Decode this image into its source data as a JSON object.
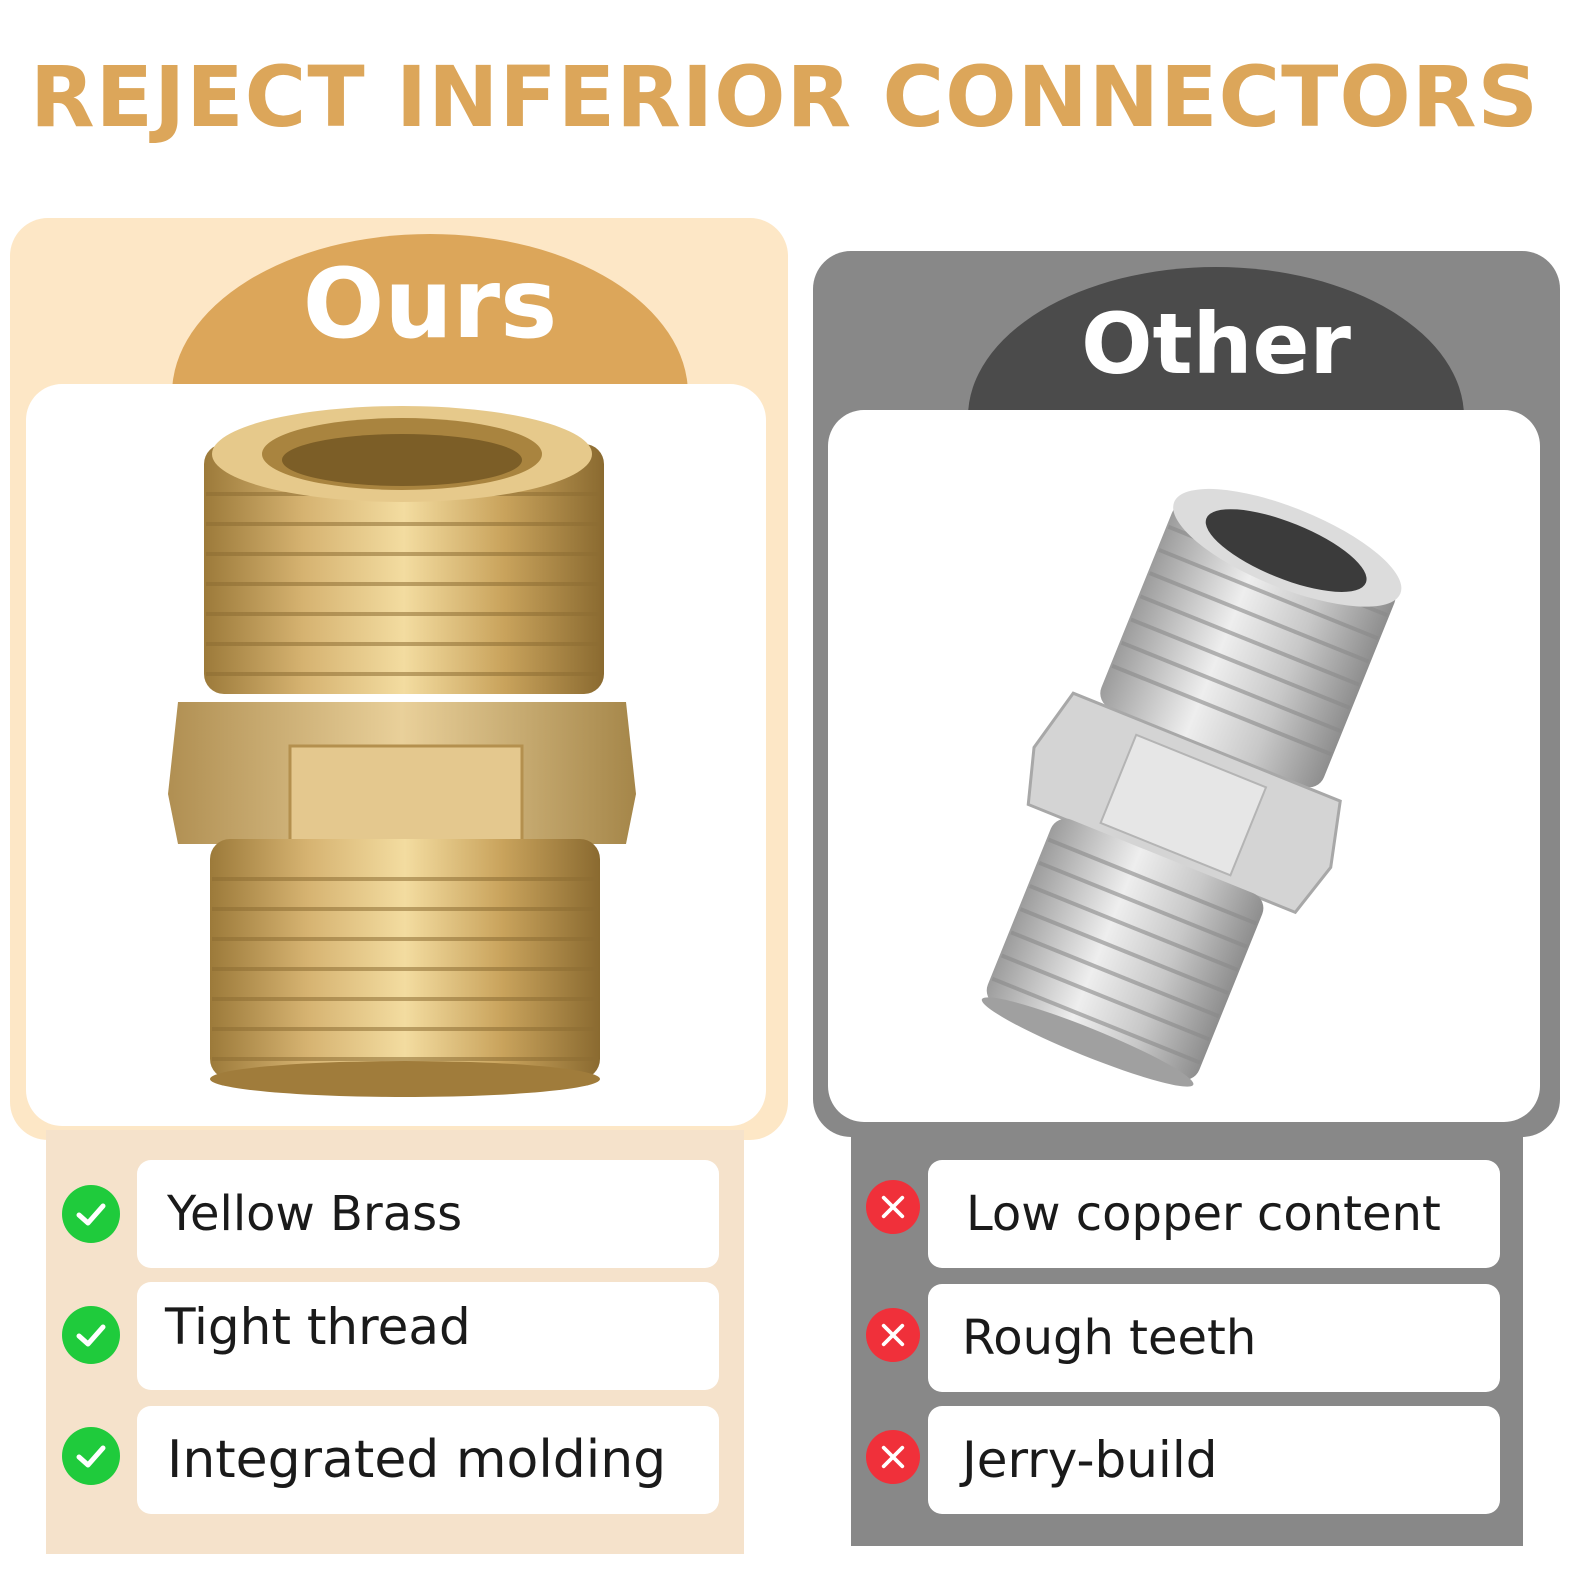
{
  "headline": "REJECT INFERIOR CONNECTORS",
  "colors": {
    "accent_gold": "#dca65a",
    "ours_panel": "#fde7c6",
    "other_panel": "#888888",
    "other_dome": "#4b4b4b",
    "check_green": "#1fcb3c",
    "cross_red": "#f0303a"
  },
  "ours": {
    "label": "Ours",
    "image": "brass-hex-nipple-connector",
    "features": [
      {
        "icon": "check-icon",
        "text": "Yellow Brass"
      },
      {
        "icon": "check-icon",
        "text": "Tight thread"
      },
      {
        "icon": "check-icon",
        "text": "Integrated molding"
      }
    ]
  },
  "other": {
    "label": "Other",
    "image": "steel-hex-nipple-connector",
    "features": [
      {
        "icon": "cross-icon",
        "text": "Low copper content"
      },
      {
        "icon": "cross-icon",
        "text": "Rough teeth"
      },
      {
        "icon": "cross-icon",
        "text": "Jerry-build"
      }
    ]
  }
}
